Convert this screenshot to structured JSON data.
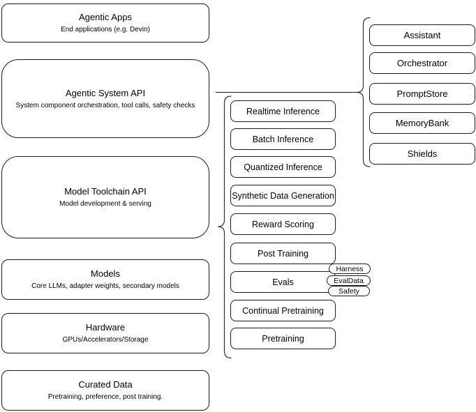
{
  "left_column": [
    {
      "title": "Agentic Apps",
      "subtitle": "End applications (e.g. Devin)"
    },
    {
      "title": "Agentic System API",
      "subtitle": "System component orchestration, tool calls, safety checks"
    },
    {
      "title": "Model Toolchain API",
      "subtitle": "Model development & serving"
    },
    {
      "title": "Models",
      "subtitle": "Core LLMs, adapter weights, secondary models"
    },
    {
      "title": "Hardware",
      "subtitle": "GPUs/Accelerators/Storage"
    },
    {
      "title": "Curated Data",
      "subtitle": "Pretraining, preference, post training."
    }
  ],
  "toolchain": {
    "items": [
      "Realtime Inference",
      "Batch Inference",
      "Quantized Inference",
      "Synthetic Data Generation",
      "Reward Scoring",
      "Post Training",
      "Evals",
      "Continual Pretraining",
      "Pretraining"
    ]
  },
  "eval_tags": [
    "Harness",
    "EvalData",
    "Safety"
  ],
  "system_components": [
    "Assistant",
    "Orchestrator",
    "PromptStore",
    "MemoryBank",
    "Shields"
  ],
  "colors": {
    "background": "#ffffff",
    "box_border": "#1a1a1a",
    "brace_stroke": "#333333",
    "text": "#000000"
  }
}
